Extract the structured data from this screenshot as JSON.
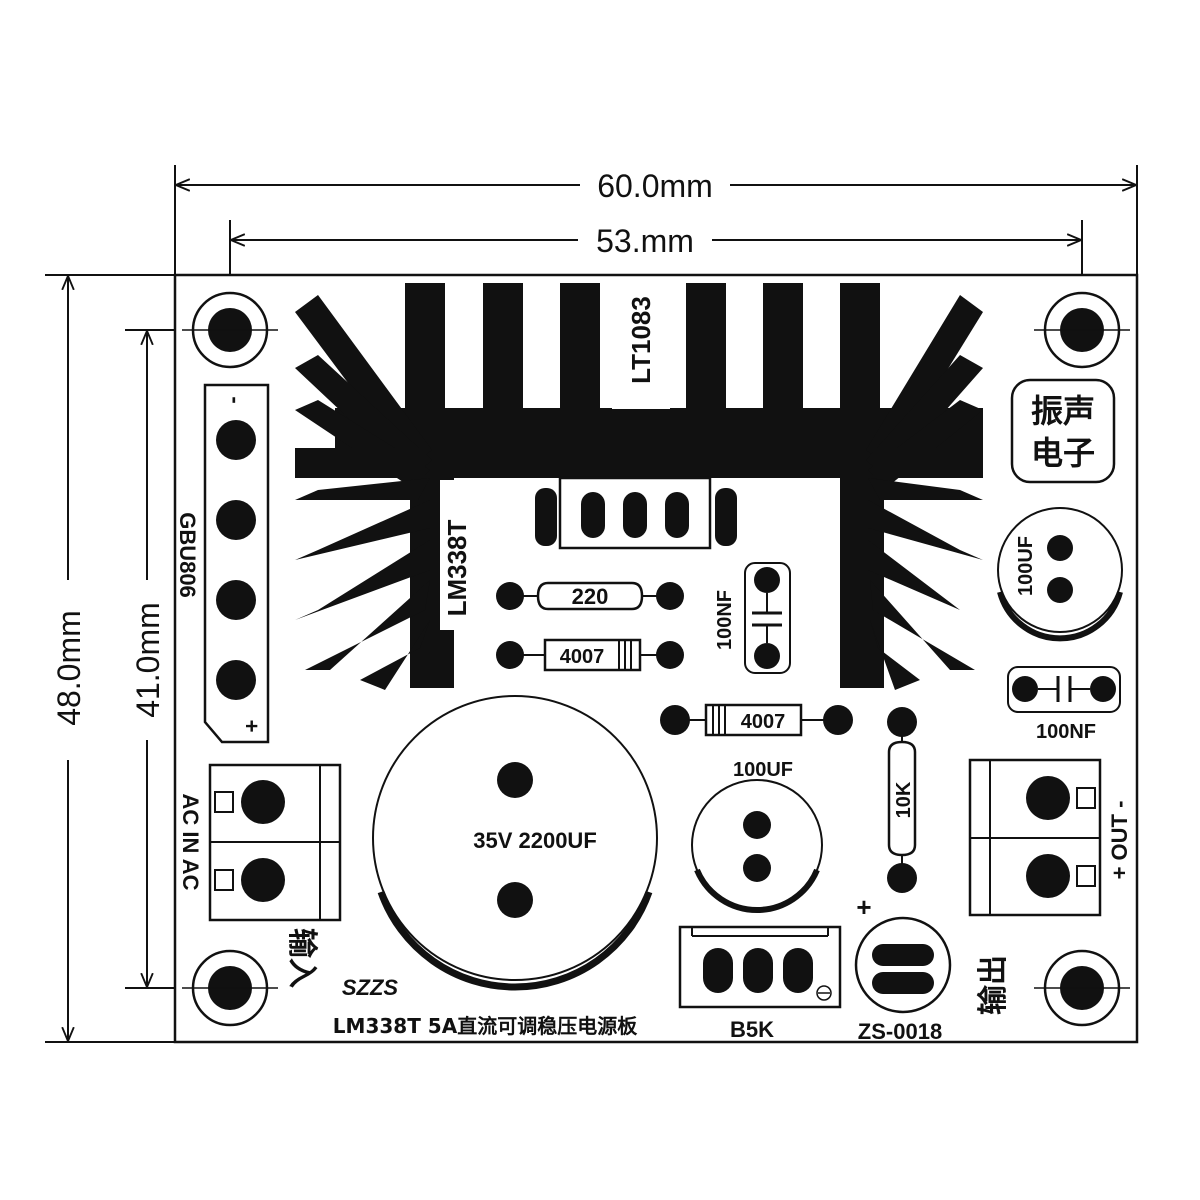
{
  "dimensions": {
    "outer_width": "60.0mm",
    "hole_spacing_width": "53.mm",
    "outer_height": "48.0mm",
    "hole_spacing_height": "41.0mm"
  },
  "labels": {
    "lt1083": "LT1083",
    "lm338t": "LM338T",
    "gbu806": "GBU806",
    "bridge_minus": "-",
    "bridge_plus": "+",
    "brand_line1": "振声",
    "brand_line2": "电子",
    "cap_100uf_top": "100UF",
    "cap_100nf_right": "100NF",
    "cap_100nf_mid": "100NF",
    "res_220": "220",
    "diode_4007_a": "4007",
    "diode_4007_b": "4007",
    "cap_100uf_mid": "100UF",
    "res_10k": "10K",
    "main_cap": "35V 2200UF",
    "ac_in": "AC IN AC",
    "out": "+ OUT -",
    "input_cn": "输入",
    "output_cn": "输出",
    "logo": "SZZS",
    "board_title": "LM338T 5A直流可调稳压电源板",
    "pot": "B5K",
    "led_plus": "+",
    "model": "ZS-0018"
  }
}
